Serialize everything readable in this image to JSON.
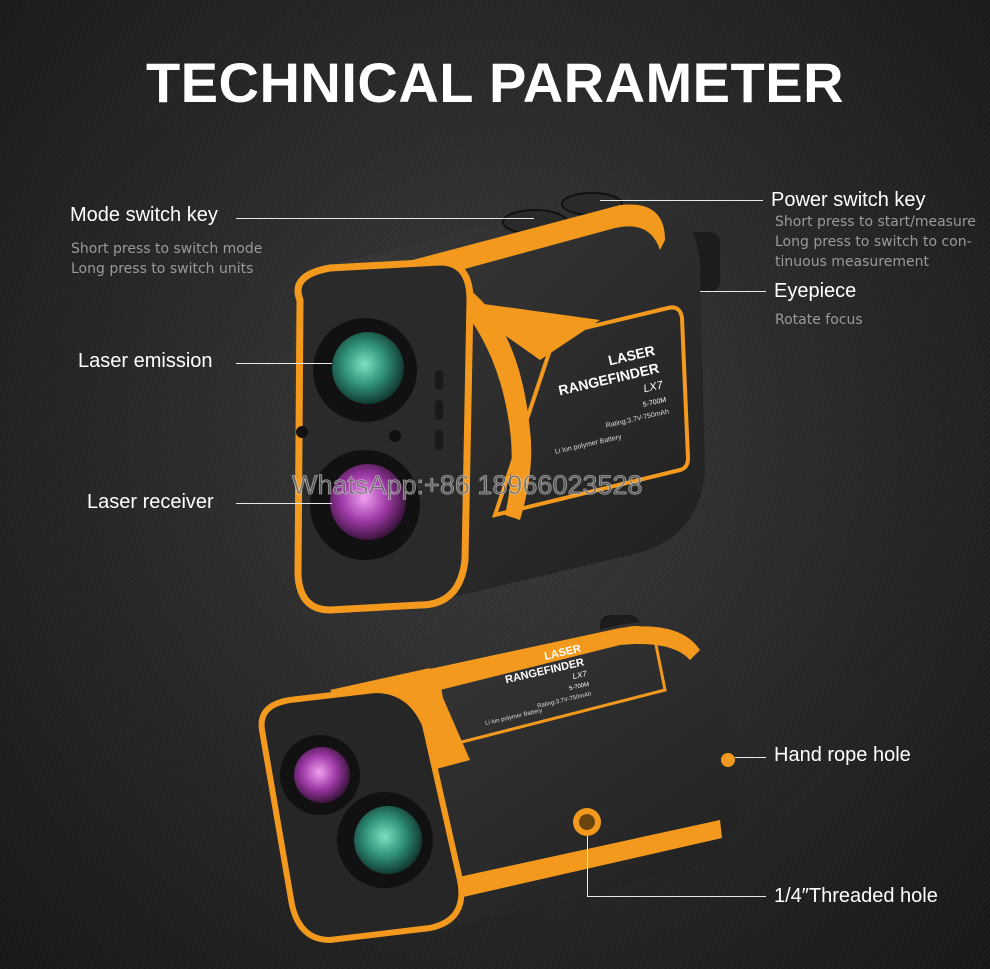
{
  "title": "TECHNICAL PARAMETER",
  "labels": {
    "mode_switch": "Mode switch key",
    "mode_switch_desc": [
      "Short press to switch mode",
      "Long press to switch units"
    ],
    "power_switch": "Power switch key",
    "power_switch_desc": [
      "Short press to start/measure",
      "Long press to switch to con-",
      "tinuous measurement"
    ],
    "eyepiece": "Eyepiece",
    "eyepiece_desc": [
      "Rotate focus"
    ],
    "laser_emission": "Laser emission",
    "laser_receiver": "Laser receiver",
    "hand_rope_hole": "Hand rope hole",
    "threaded_hole": "1/4″Threaded hole"
  },
  "device_text": {
    "brand_line1": "LASER",
    "brand_line2": "RANGEFINDER",
    "model": "LX7",
    "range": "5-700M",
    "battery": "Li Ion polymer Battery",
    "rating": "Rating:3.7V-750mAh"
  },
  "watermark": "WhatsApp:+86 18966023528",
  "colors": {
    "accent_orange": "#f39a1e",
    "body_dark": "#2e2e2e",
    "lens_green": "#3aa88a",
    "lens_purple": "#b04ab8"
  }
}
